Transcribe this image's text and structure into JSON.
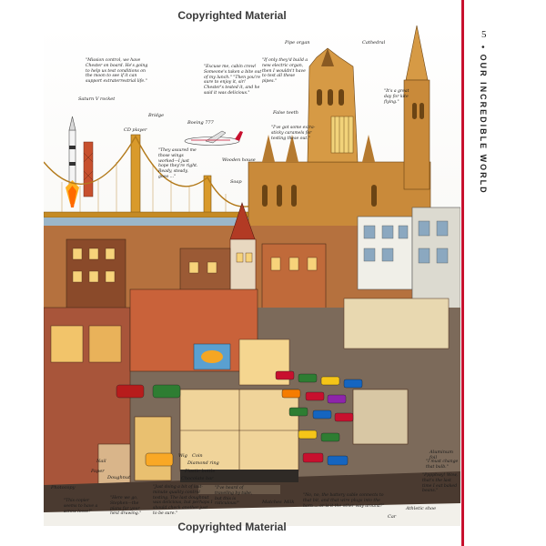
{
  "watermark": {
    "top": "Copyrighted Material",
    "bottom": "Copyrighted Material"
  },
  "page": {
    "number": "5",
    "running_head": "• OUR INCREDIBLE WORLD"
  },
  "labels": {
    "saturn": "Saturn V rocket",
    "bridge": "Bridge",
    "cd_player": "CD player",
    "boeing": "Boeing 777",
    "wooden_house": "Wooden house",
    "soap": "Soap",
    "pipe_organ": "Pipe organ",
    "false_teeth": "False teeth",
    "cathedral": "Cathedral",
    "aluminum": "Aluminum foil",
    "athletic_shoe": "Athletic shoe",
    "car": "Car",
    "photocopy": "Photocopy",
    "paper": "Paper",
    "nail": "Nail",
    "doughnut": "Doughnut",
    "wig": "Wig",
    "coin": "Coin",
    "diamond_ring": "Diamond ring",
    "plastic_bottle": "Plastic bottle",
    "chocolate_bar": "Chocolate bar",
    "matches": "Matches",
    "milk": "Milk"
  },
  "captions": {
    "mission": "\"Mission control, we have Chester on board. He's going to help us test conditions on the moon to see if it can support extraterrestrial life.\"",
    "cabin": "\"Excuse me, cabin crew! Someone's taken a bite out of my lunch.\" \"Then you're sure to enjoy it, sir! Chester's tested it, and he said it was delicious.\"",
    "organ": "\"If only they'd build a new electric organ, then I wouldn't have to test all these pipes.\"",
    "teeth": "\"I've got some extra-sticky caramels for testing these out.\"",
    "flying": "\"It's a great day for kite flying.\"",
    "wings": "\"They assured me those wings worked—I just hope they're right. Ready, steady, gooo ...\"",
    "bulb": "\"I must change that bulb.\"",
    "phew": "\"Pppphwy! Wow, that's the last time I eat baked beans.\"",
    "battery": "\"No, no, the battery cable connects to that bit, and that wire plugs into the horn ... or is it the other way around?\"",
    "copier": "\"This copier seems to have a screw loose!\"",
    "heregoes": "\"Here we go, Stephen—the plans for your next drawing.\"",
    "quality": "\"Just doing a bit of last-minute quality control testing. The last doughnut was delicious, but perhaps I should check another just to be sure.\"",
    "travel": "\"I've heard of traveling by tube, but this is ridiculous!\""
  }
}
